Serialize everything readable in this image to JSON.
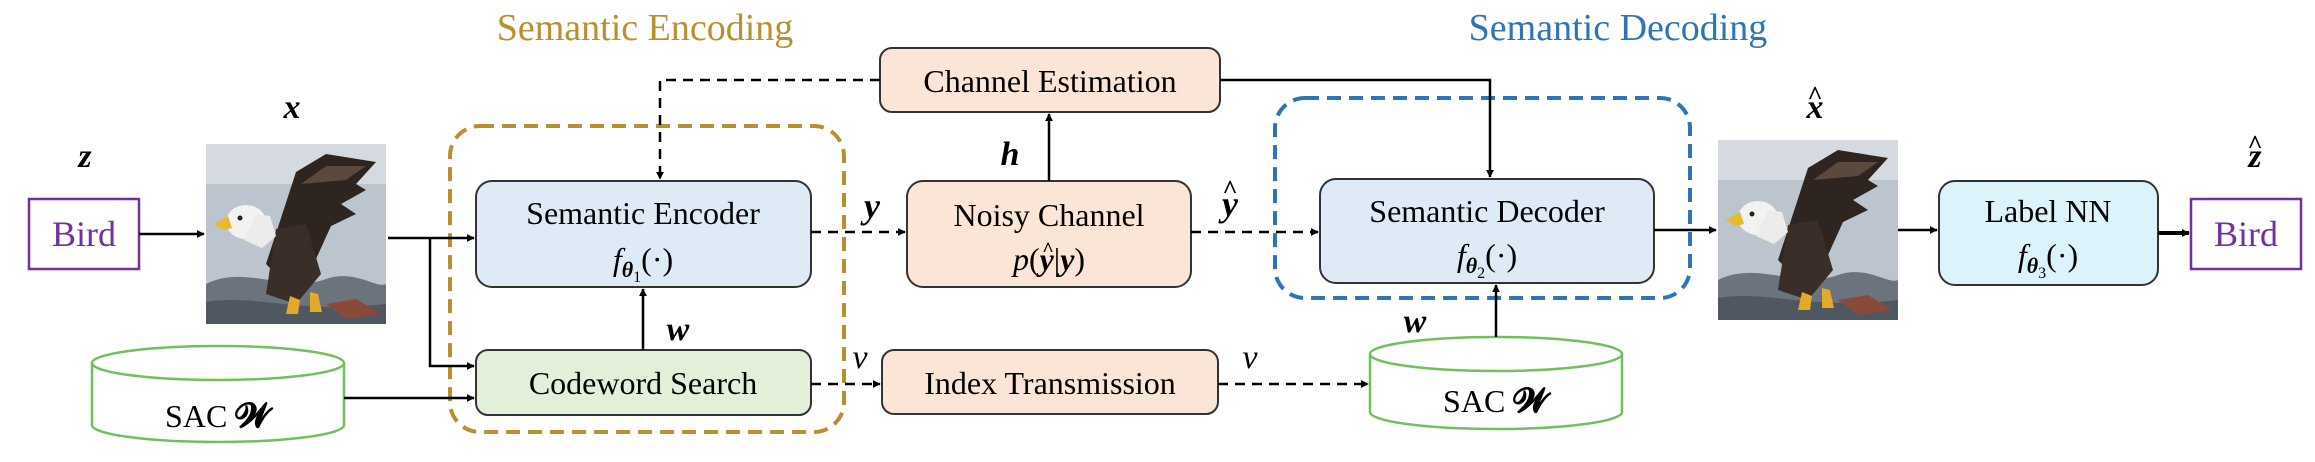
{
  "headings": {
    "encoding": "Semantic Encoding",
    "decoding": "Semantic Decoding"
  },
  "symbols": {
    "z": "z",
    "x": "x",
    "x_hat_base": "x",
    "z_hat_base": "z",
    "hat": "^",
    "y": "y",
    "y_hat_base": "y",
    "h": "h",
    "w": "w",
    "w2": "w",
    "v": "v",
    "v2": "v"
  },
  "labels": {
    "bird_in": "Bird",
    "bird_out": "Bird",
    "semantic_encoder": "Semantic Encoder",
    "semantic_decoder": "Semantic Decoder",
    "noisy_channel": "Noisy Channel",
    "channel_estimation": "Channel Estimation",
    "codeword_search": "Codeword Search",
    "index_transmission": "Index Transmission",
    "label_nn": "Label NN",
    "sac_left": "SAC",
    "sac_right": "SAC",
    "sac_symbol": "𝓦"
  },
  "formulas": {
    "f": "f",
    "theta": "θ",
    "enc_sub": "1",
    "dec_sub": "2",
    "nn_sub": "3",
    "arg": "(·)",
    "p": "p",
    "py_open": "(",
    "py_y1": "y",
    "py_bar": "|",
    "py_y2": "y",
    "py_close": ")"
  },
  "colors": {
    "encoding": "#B8902E",
    "decoding": "#2E75B6",
    "bird": "#7030A0",
    "sac": "#70C060",
    "encoder_fill": "#DEEBF7",
    "decoder_fill": "#DEEBF7",
    "label_fill": "#DDF3FB",
    "channel_fill": "#FBE5D6",
    "codeword_fill": "#E2F0D9"
  },
  "icons": {
    "input_image": "eagle-photo",
    "output_image": "eagle-photo"
  }
}
